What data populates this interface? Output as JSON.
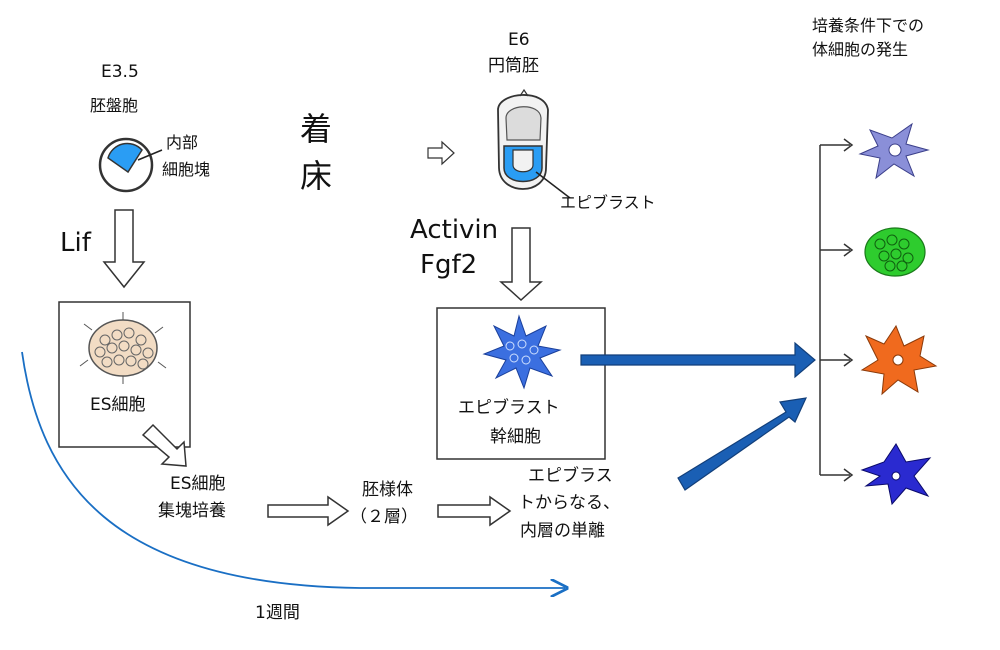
{
  "blastocyst": {
    "stage": "E3.5",
    "name": "胚盤胞",
    "icm_line1": "内部",
    "icm_line2": "細胞塊"
  },
  "implantation": {
    "line1": "着",
    "line2": "床"
  },
  "egg_cylinder": {
    "stage": "E6",
    "name": "円筒胚",
    "epiblast": "エピブラスト"
  },
  "lif": "Lif",
  "factors": {
    "line1": "Activin",
    "line2": "Fgf2"
  },
  "es_box": {
    "label": "ES細胞"
  },
  "epi_box": {
    "line1": "エピブラスト",
    "line2": "幹細胞"
  },
  "aggregate": {
    "line1": "ES細胞",
    "line2": "集塊培養"
  },
  "embryoid": {
    "line1": "胚様体",
    "line2": "（２層）"
  },
  "separation": {
    "line1": "エピブラス",
    "line2": "トからなる、",
    "line3": "内層の単離"
  },
  "right_header": {
    "line1": "培養条件下での",
    "line2": "体細胞の発生"
  },
  "timeline": {
    "label": "1週間"
  },
  "colors": {
    "icm": "#2a9df4",
    "es_cells": "#f2dcc4",
    "epi_cells": "#3b6fe0",
    "arrow_blue": "#1a5fb4",
    "timeline": "#1a6fc4",
    "somatic": [
      "#8a8fd8",
      "#2ecc2e",
      "#f06a1e",
      "#2a2ad0"
    ]
  }
}
